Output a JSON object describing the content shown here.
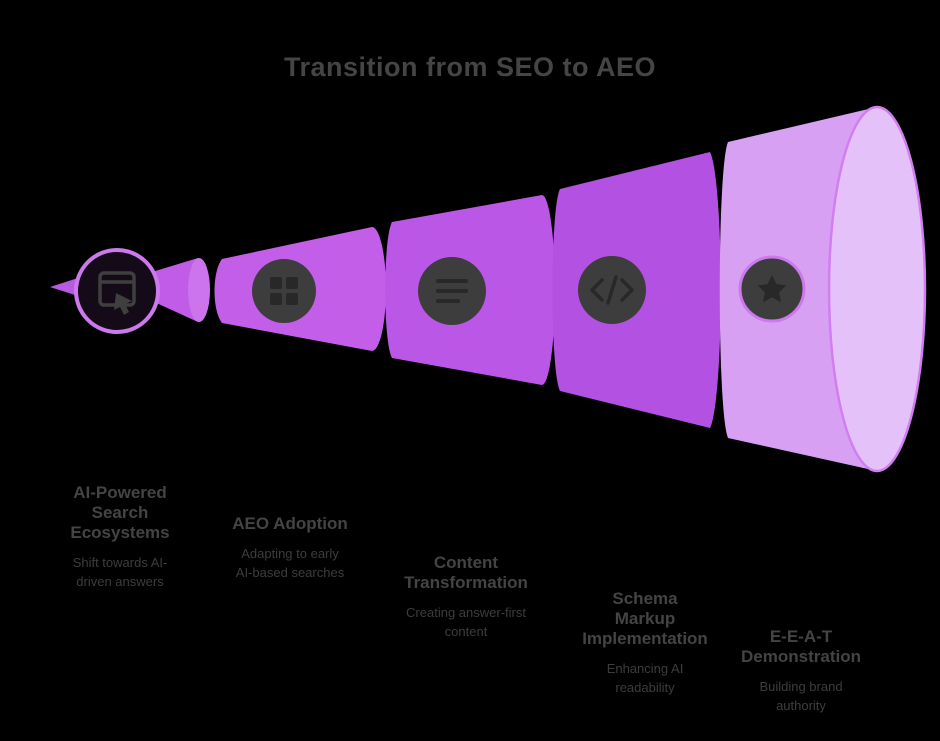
{
  "title": "Transition from SEO to AEO",
  "colors": {
    "background": "#000000",
    "title_text": "#454545",
    "label_text": "#444444",
    "sublabel_text": "#3d3d3d",
    "cone_tip": "#b95ae2",
    "small_cone": "#c05ce7",
    "small_cone_cap": "#cb74ec",
    "segment_2": "#c35ee9",
    "segment_3": "#bb57e6",
    "segment_4": "#b351e2",
    "segment_5": "#d8a0f3",
    "opening_face": "#e5c1fa",
    "opening_rim": "#d07ef0",
    "circle_ring": "#cd79ee",
    "circle_fill": "#140a18",
    "icon_disc": "#3d3d3d",
    "icon_glyph_dark": "#282828",
    "icon_glyph_gray": "#3f3f3f"
  },
  "stages": [
    {
      "icon": "browser-arrow-icon",
      "label": "AI-Powered Search Ecosystems",
      "label_lines": [
        "AI-Powered",
        "Search",
        "Ecosystems"
      ],
      "sublabel": "Shift towards AI-driven answers",
      "sublabel_lines": [
        "Shift towards AI-",
        "driven answers"
      ]
    },
    {
      "icon": "grid-icon",
      "label": "AEO Adoption",
      "label_lines": [
        "AEO Adoption"
      ],
      "sublabel": "Adapting to early AI-based searches",
      "sublabel_lines": [
        "Adapting to early",
        "AI-based searches"
      ]
    },
    {
      "icon": "document-icon",
      "label": "Content Transformation",
      "label_lines": [
        "Content",
        "Transformation"
      ],
      "sublabel": "Creating answer-first content",
      "sublabel_lines": [
        "Creating answer-first",
        "content"
      ]
    },
    {
      "icon": "code-icon",
      "label": "Schema Markup Implementation",
      "label_lines": [
        "Schema",
        "Markup",
        "Implementation"
      ],
      "sublabel": "Enhancing AI readability",
      "sublabel_lines": [
        "Enhancing AI",
        "readability"
      ]
    },
    {
      "icon": "star-badge-icon",
      "label": "E-E-A-T Demonstration",
      "label_lines": [
        "E-E-A-T",
        "Demonstration"
      ],
      "sublabel": "Building brand authority",
      "sublabel_lines": [
        "Building brand",
        "authority"
      ]
    }
  ]
}
